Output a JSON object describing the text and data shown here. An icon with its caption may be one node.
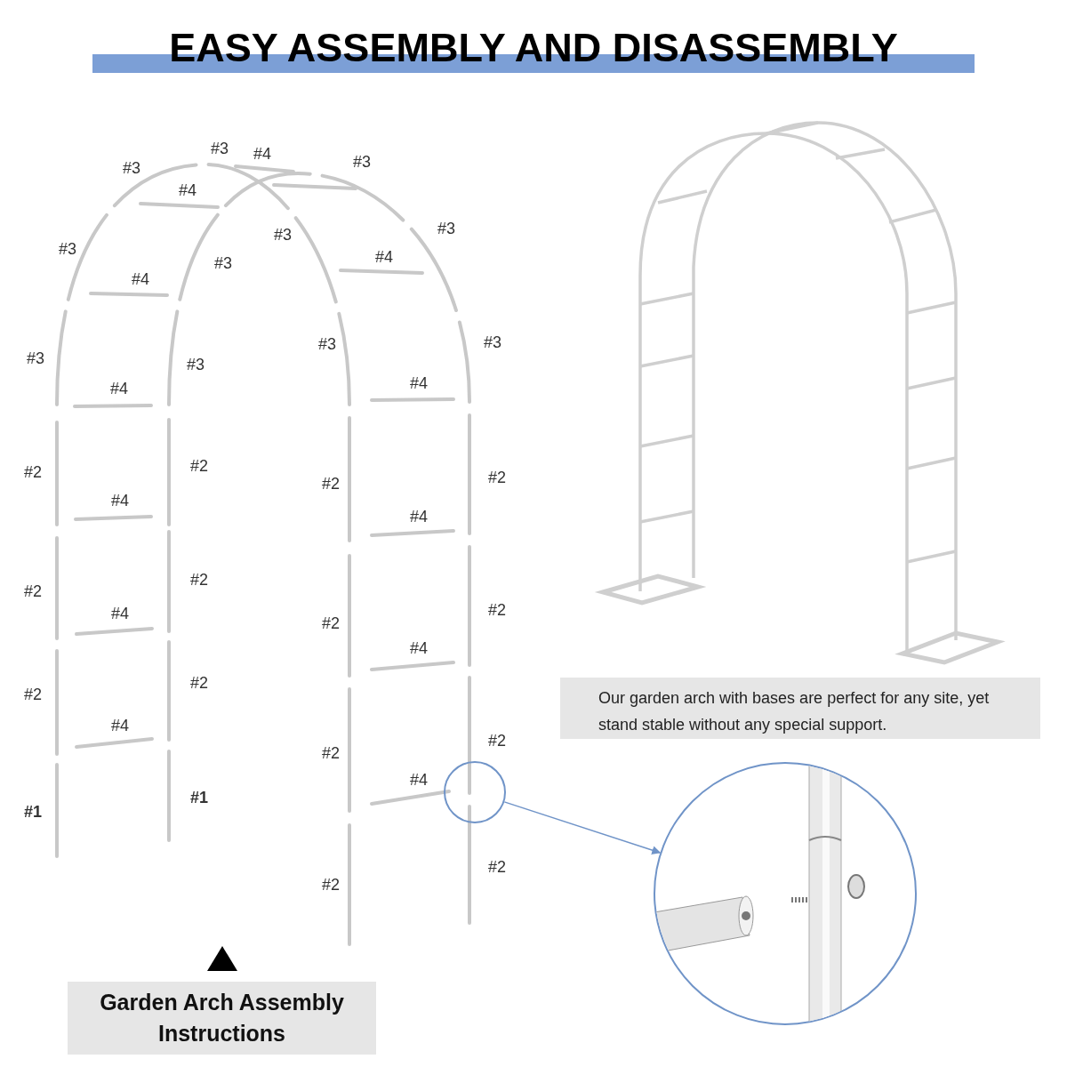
{
  "diagram": {
    "title": "EASY ASSEMBLY AND DISASSEMBLY",
    "nodes": [
      {
        "text": [],
        "shape": "circle"
      },
      {
        "text": [],
        "shape": "picture"
      },
      {
        "text": [
          "Our garden arch with bases are perfect for any site, yet stand stable without any special support."
        ]
      },
      {
        "text": [
          "Garden Arch Assembly Instructions"
        ]
      }
    ],
    "edges": [
      {
        "from": 0,
        "to": 1,
        "arrow": "to"
      }
    ],
    "labels": [
      "#3",
      "#4",
      "#3",
      "#3",
      "#4",
      "#3",
      "#3",
      "#3",
      "#4",
      "#3",
      "#4",
      "#3",
      "#3",
      "#3",
      "#3",
      "#4",
      "#4",
      "#2",
      "#2",
      "#2",
      "#2",
      "#4",
      "#4",
      "#2",
      "#2",
      "#2",
      "#4",
      "#2",
      "#4",
      "#2",
      "#2",
      "#4",
      "#2",
      "#2",
      "#4",
      "#1",
      "#1",
      "#2",
      "#2"
    ]
  }
}
